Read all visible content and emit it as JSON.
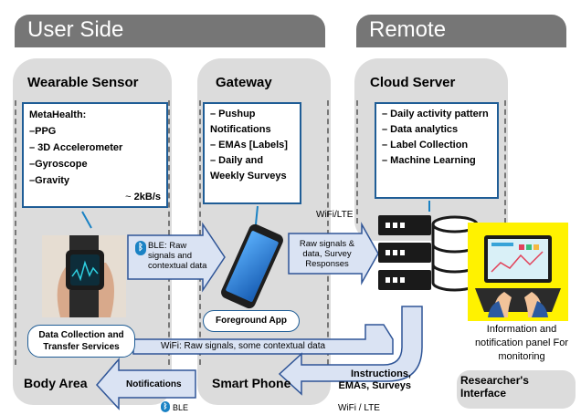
{
  "headers": {
    "user_side": "User Side",
    "remote": "Remote"
  },
  "columns": {
    "wearable": {
      "title": "Wearable Sensor",
      "box_title": "MetaHealth:",
      "items": [
        "–PPG",
        "– 3D Accelerometer",
        "–Gyroscope",
        "–Gravity"
      ],
      "rate": "2kB/s",
      "rate_prefix": "~",
      "bottom": "Body Area"
    },
    "gateway": {
      "title": "Gateway",
      "items": [
        "– Pushup Notifications",
        "– EMAs [Labels]",
        "– Daily and Weekly Surveys"
      ],
      "app_label": "Foreground App",
      "bottom": "Smart Phone"
    },
    "cloud": {
      "title": "Cloud Server",
      "items": [
        "– Daily activity pattern",
        "– Data analytics",
        "– Label Collection",
        "– Machine Learning"
      ]
    }
  },
  "arrows": {
    "ble_label": "BLE: Raw signals and contextual data",
    "raw_signals": "Raw signals & data, Survey Responses",
    "wifi_lte_top": "WiFi/LTE",
    "wifi_bottom": "WiFi: Raw signals, some contextual data",
    "instructions": "Instructions, EMAs, Surveys",
    "wifi_lte_bottom": "WiFi / LTE",
    "notifications": "Notifications",
    "ble_bottom": "BLE"
  },
  "services_label": "Data Collection and Transfer Services",
  "researcher": {
    "caption": "Information and notification panel For monitoring",
    "title": "Researcher's Interface"
  },
  "colors": {
    "header": "#767676",
    "column": "#dcdcdc",
    "arrow_fill": "#dae3f3",
    "arrow_stroke": "#2f5597",
    "box_border": "#1f5d96",
    "yellow": "#fff200"
  }
}
